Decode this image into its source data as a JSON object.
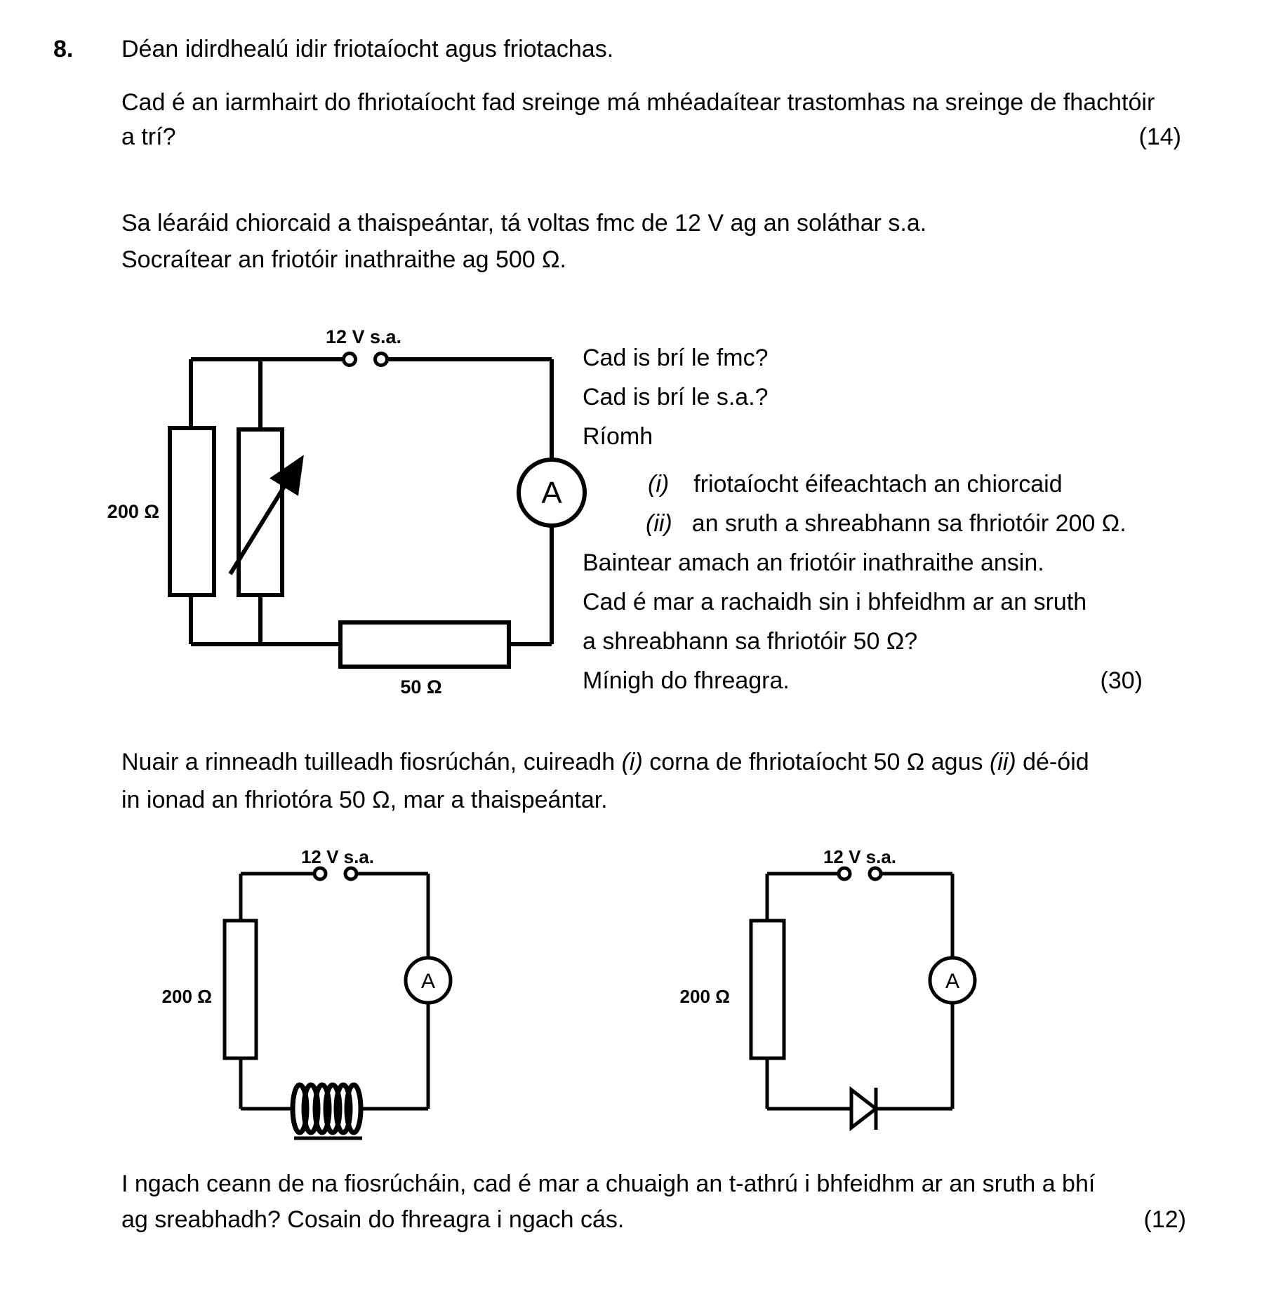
{
  "colors": {
    "ink": "#000000",
    "paper": "#ffffff"
  },
  "header": {
    "number": "8.",
    "intro": "Déan idirdhealú idir friotaíocht agus friotachas."
  },
  "q_resistivity": {
    "line1": "Cad é an iarmhairt do fhriotaíocht fad sreinge má mhéadaítear trastomhas na sreinge de fhachtóir",
    "line2": "a trí?",
    "marks": "(14)"
  },
  "setup": {
    "line1": "Sa léaráid chiorcaid a thaispeántar, tá voltas fmc de 12 V ag an soláthar s.a.",
    "line2": "Socraítear an friotóir inathraithe ag 500 Ω."
  },
  "circuit1": {
    "supply": "12 V s.a.",
    "r200": "200 Ω",
    "r50": "50 Ω",
    "ammeter": "A"
  },
  "side_questions": {
    "q1": "Cad is brí le fmc?",
    "q2": "Cad is brí le s.a.?",
    "q3": "Ríomh",
    "item1": {
      "marker": "(i)",
      "text": "friotaíocht éifeachtach an chiorcaid"
    },
    "item2": {
      "marker": "(ii)",
      "text": "an sruth a shreabhann sa fhriotóir 200 Ω."
    },
    "q4": "Baintear amach an friotóir inathraithe ansin.",
    "q5": "Cad é mar a rachaidh sin i bhfeidhm ar an sruth",
    "q6": "a shreabhann sa fhriotóir 50 Ω?",
    "q7": "Mínigh do fhreagra.",
    "marks": "(30)"
  },
  "further": {
    "part1": "Nuair a rinneadh tuilleadh fiosrúchán, cuireadh ",
    "marker1": "(i)",
    "part2": " corna de fhriotaíocht 50 Ω agus ",
    "marker2": "(ii)",
    "part3": " dé-óid",
    "line2": "in ionad an fhriotóra 50 Ω, mar a thaispeántar."
  },
  "circuit2": {
    "supply": "12 V s.a.",
    "r200": "200 Ω",
    "ammeter": "A"
  },
  "circuit3": {
    "supply": "12 V s.a.",
    "r200": "200 Ω",
    "ammeter": "A"
  },
  "closing": {
    "line1": "I ngach ceann de na fiosrúcháin, cad é mar a chuaigh an t-athrú i bhfeidhm ar an sruth a bhí",
    "line2": "ag sreabhadh? Cosain do fhreagra i ngach cás.",
    "marks": "(12)"
  }
}
